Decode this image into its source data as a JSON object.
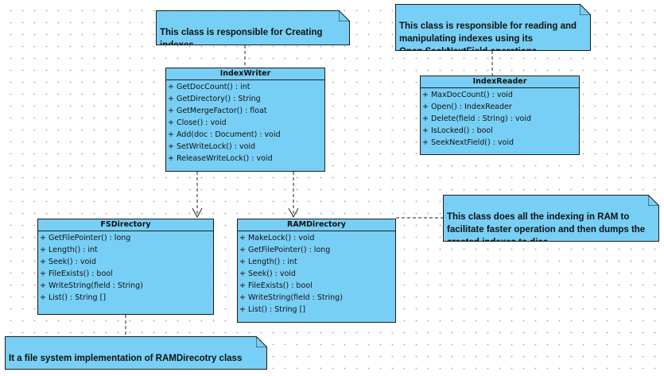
{
  "notes": {
    "writer_note": "This class is responsible for Creating indexes.",
    "reader_note": "This class is responsible for reading and manipulating indexes using its Open,SeekNextField operations.",
    "ram_note": "This class does all the indexing in RAM to facilitate faster operation and then dumps the created indexes to disc",
    "fs_note": "It a file system implementation of RAMDirecotry class"
  },
  "classes": {
    "index_writer": {
      "name": "IndexWriter",
      "operations": [
        "+ GetDocCount() : int",
        "+ GetDirectory() : String",
        "+ GetMergeFactor() : float",
        "+ Close() : void",
        "+ Add(doc : Document) : void",
        "+ SetWriteLock() : void",
        "+ ReleaseWriteLock() : void"
      ]
    },
    "index_reader": {
      "name": "IndexReader",
      "operations": [
        "+ MaxDocCount() : void",
        "+ Open() : IndexReader",
        "+ Delete(field : String) : void",
        "+ IsLocked() : bool",
        "+ SeekNextField() : void"
      ]
    },
    "fs_directory": {
      "name": "FSDirectory",
      "operations": [
        "+ GetFilePointer() : long",
        "+ Length() : int",
        "+ Seek() : void",
        "+ FileExists() : bool",
        "+ WriteString(field : String)",
        "+ List() : String []"
      ]
    },
    "ram_directory": {
      "name": "RAMDirectory",
      "operations": [
        "+ MakeLock() : void",
        "+ GetFilePointer() : long",
        "+ Length() : int",
        "+ Seek() : void",
        "+ FileExists() : bool",
        "+ WriteString(field : String)",
        "+ List() : String []"
      ]
    }
  }
}
